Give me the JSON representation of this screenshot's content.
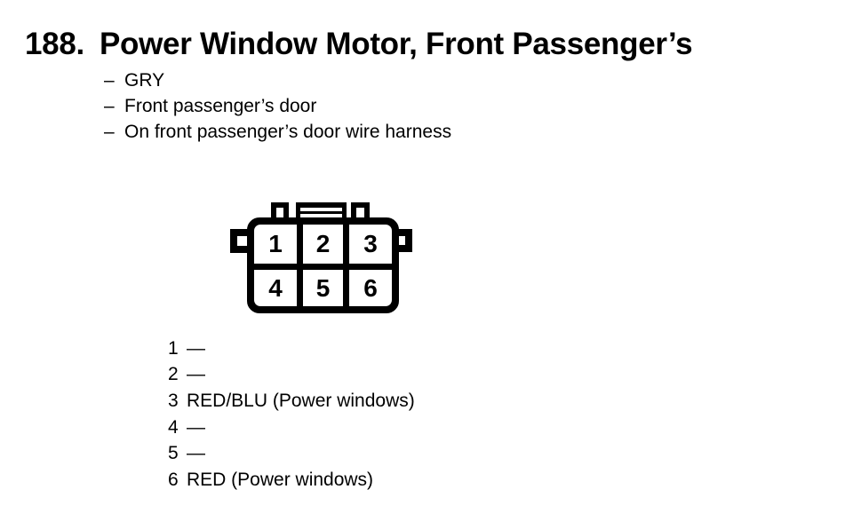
{
  "document": {
    "item_number": "188.",
    "title": "Power Window Motor, Front Passenger’s",
    "notes": [
      {
        "dash": "–",
        "text": "GRY"
      },
      {
        "dash": "–",
        "text": "Front passenger’s door"
      },
      {
        "dash": "–",
        "text": "On front passenger’s door wire harness"
      }
    ]
  },
  "connector": {
    "description": "6-pin connector, cavity view, 2 rows x 3 columns",
    "cells": [
      "1",
      "2",
      "3",
      "4",
      "5",
      "6"
    ]
  },
  "pinout": [
    {
      "pin": "1",
      "wire": "—"
    },
    {
      "pin": "2",
      "wire": "—"
    },
    {
      "pin": "3",
      "wire": "RED/BLU (Power windows)"
    },
    {
      "pin": "4",
      "wire": "—"
    },
    {
      "pin": "5",
      "wire": "—"
    },
    {
      "pin": "6",
      "wire": "RED (Power windows)"
    }
  ],
  "colors": {
    "ink": "#000000",
    "paper": "#ffffff"
  }
}
